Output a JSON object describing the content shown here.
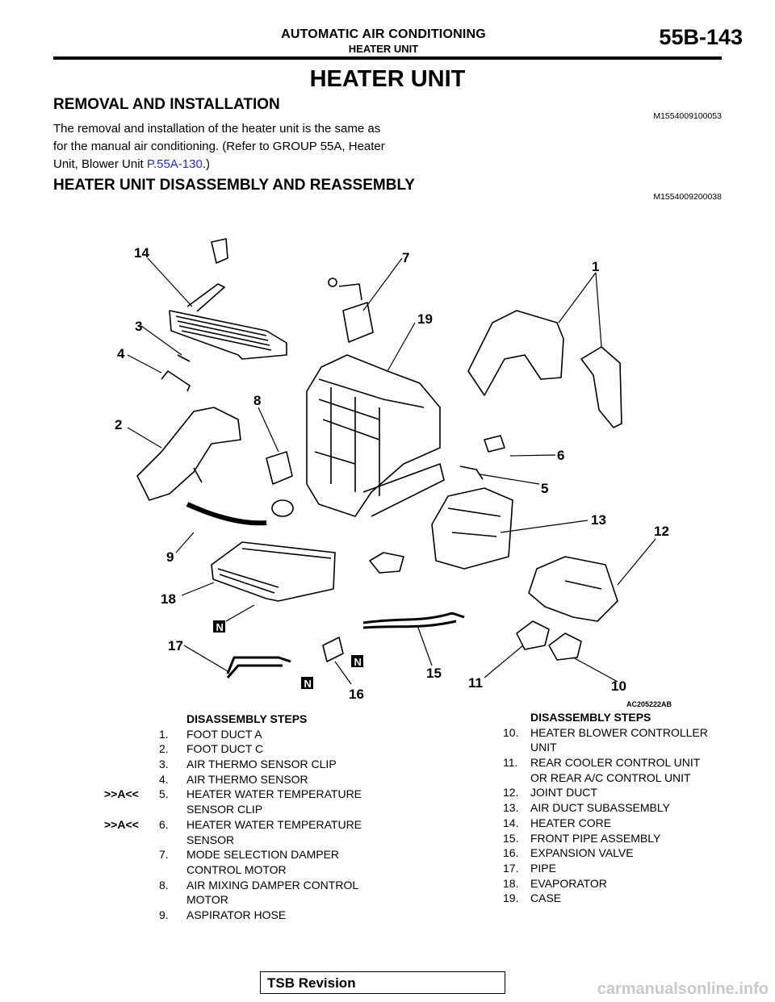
{
  "header": {
    "section": "AUTOMATIC AIR CONDITIONING",
    "subsection": "HEATER UNIT",
    "page": "55B-143"
  },
  "title": "HEATER UNIT",
  "removal": {
    "heading": "REMOVAL AND INSTALLATION",
    "code": "M1554009100053",
    "text_before": "The removal and installation of the heater unit is the same as for the manual air conditioning. (Refer to GROUP 55A, Heater Unit, Blower Unit ",
    "link": "P.55A-130",
    "text_after": ".)"
  },
  "disassembly": {
    "heading": "HEATER UNIT DISASSEMBLY AND REASSEMBLY",
    "code": "M1554009200038"
  },
  "figure": {
    "id": "AC205222AB",
    "callouts": [
      "1",
      "2",
      "3",
      "4",
      "5",
      "6",
      "7",
      "8",
      "9",
      "10",
      "11",
      "12",
      "13",
      "14",
      "15",
      "16",
      "17",
      "18",
      "19"
    ],
    "n_mark": "N"
  },
  "steps_left": {
    "title": "DISASSEMBLY STEPS",
    "items": [
      {
        "num": "1.",
        "lines": [
          "FOOT DUCT A"
        ],
        "mark": ""
      },
      {
        "num": "2.",
        "lines": [
          "FOOT DUCT C"
        ],
        "mark": ""
      },
      {
        "num": "3.",
        "lines": [
          "AIR THERMO SENSOR CLIP"
        ],
        "mark": ""
      },
      {
        "num": "4.",
        "lines": [
          "AIR THERMO SENSOR"
        ],
        "mark": ""
      },
      {
        "num": "5.",
        "lines": [
          "HEATER WATER TEMPERATURE",
          "SENSOR CLIP"
        ],
        "mark": ">>A<<"
      },
      {
        "num": "6.",
        "lines": [
          "HEATER WATER TEMPERATURE",
          "SENSOR"
        ],
        "mark": ">>A<<"
      },
      {
        "num": "7.",
        "lines": [
          "MODE SELECTION DAMPER",
          "CONTROL MOTOR"
        ],
        "mark": ""
      },
      {
        "num": "8.",
        "lines": [
          "AIR MIXING DAMPER CONTROL",
          "MOTOR"
        ],
        "mark": ""
      },
      {
        "num": "9.",
        "lines": [
          "ASPIRATOR HOSE"
        ],
        "mark": ""
      }
    ]
  },
  "steps_right": {
    "title": "DISASSEMBLY STEPS",
    "items": [
      {
        "num": "10.",
        "lines": [
          "HEATER BLOWER CONTROLLER",
          "UNIT"
        ],
        "mark": ""
      },
      {
        "num": "11.",
        "lines": [
          "REAR COOLER CONTROL UNIT",
          "OR REAR A/C CONTROL UNIT"
        ],
        "mark": ""
      },
      {
        "num": "12.",
        "lines": [
          "JOINT DUCT"
        ],
        "mark": ""
      },
      {
        "num": "13.",
        "lines": [
          "AIR DUCT SUBASSEMBLY"
        ],
        "mark": ""
      },
      {
        "num": "14.",
        "lines": [
          "HEATER CORE"
        ],
        "mark": ""
      },
      {
        "num": "15.",
        "lines": [
          "FRONT PIPE ASSEMBLY"
        ],
        "mark": ""
      },
      {
        "num": "16.",
        "lines": [
          "EXPANSION VALVE"
        ],
        "mark": ""
      },
      {
        "num": "17.",
        "lines": [
          "PIPE"
        ],
        "mark": ""
      },
      {
        "num": "18.",
        "lines": [
          "EVAPORATOR"
        ],
        "mark": ""
      },
      {
        "num": "19.",
        "lines": [
          "CASE"
        ],
        "mark": ""
      }
    ]
  },
  "footer": {
    "tsb": "TSB Revision",
    "watermark": "carmanualsonline.info"
  }
}
